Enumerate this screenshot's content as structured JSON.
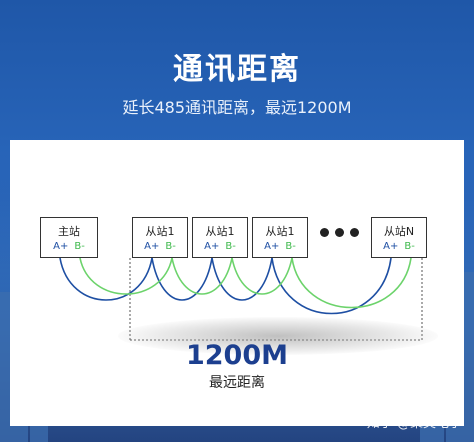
{
  "title": "通讯距离",
  "subtitle": "延长485通讯距离，最远1200M",
  "nodes": [
    {
      "name": "主站",
      "pin_a": "A+",
      "pin_b": "B-"
    },
    {
      "name": "从站1",
      "pin_a": "A+",
      "pin_b": "B-"
    },
    {
      "name": "从站1",
      "pin_a": "A+",
      "pin_b": "B-"
    },
    {
      "name": "从站1",
      "pin_a": "A+",
      "pin_b": "B-"
    },
    {
      "name": "从站N",
      "pin_a": "A+",
      "pin_b": "B-"
    }
  ],
  "distance": "1200M",
  "distance_label": "最远距离",
  "watermark": "知乎 @聚英电子",
  "colors": {
    "line_a": "#1e4fa3",
    "line_b": "#6cd36b",
    "accent": "#1c3f8f"
  }
}
